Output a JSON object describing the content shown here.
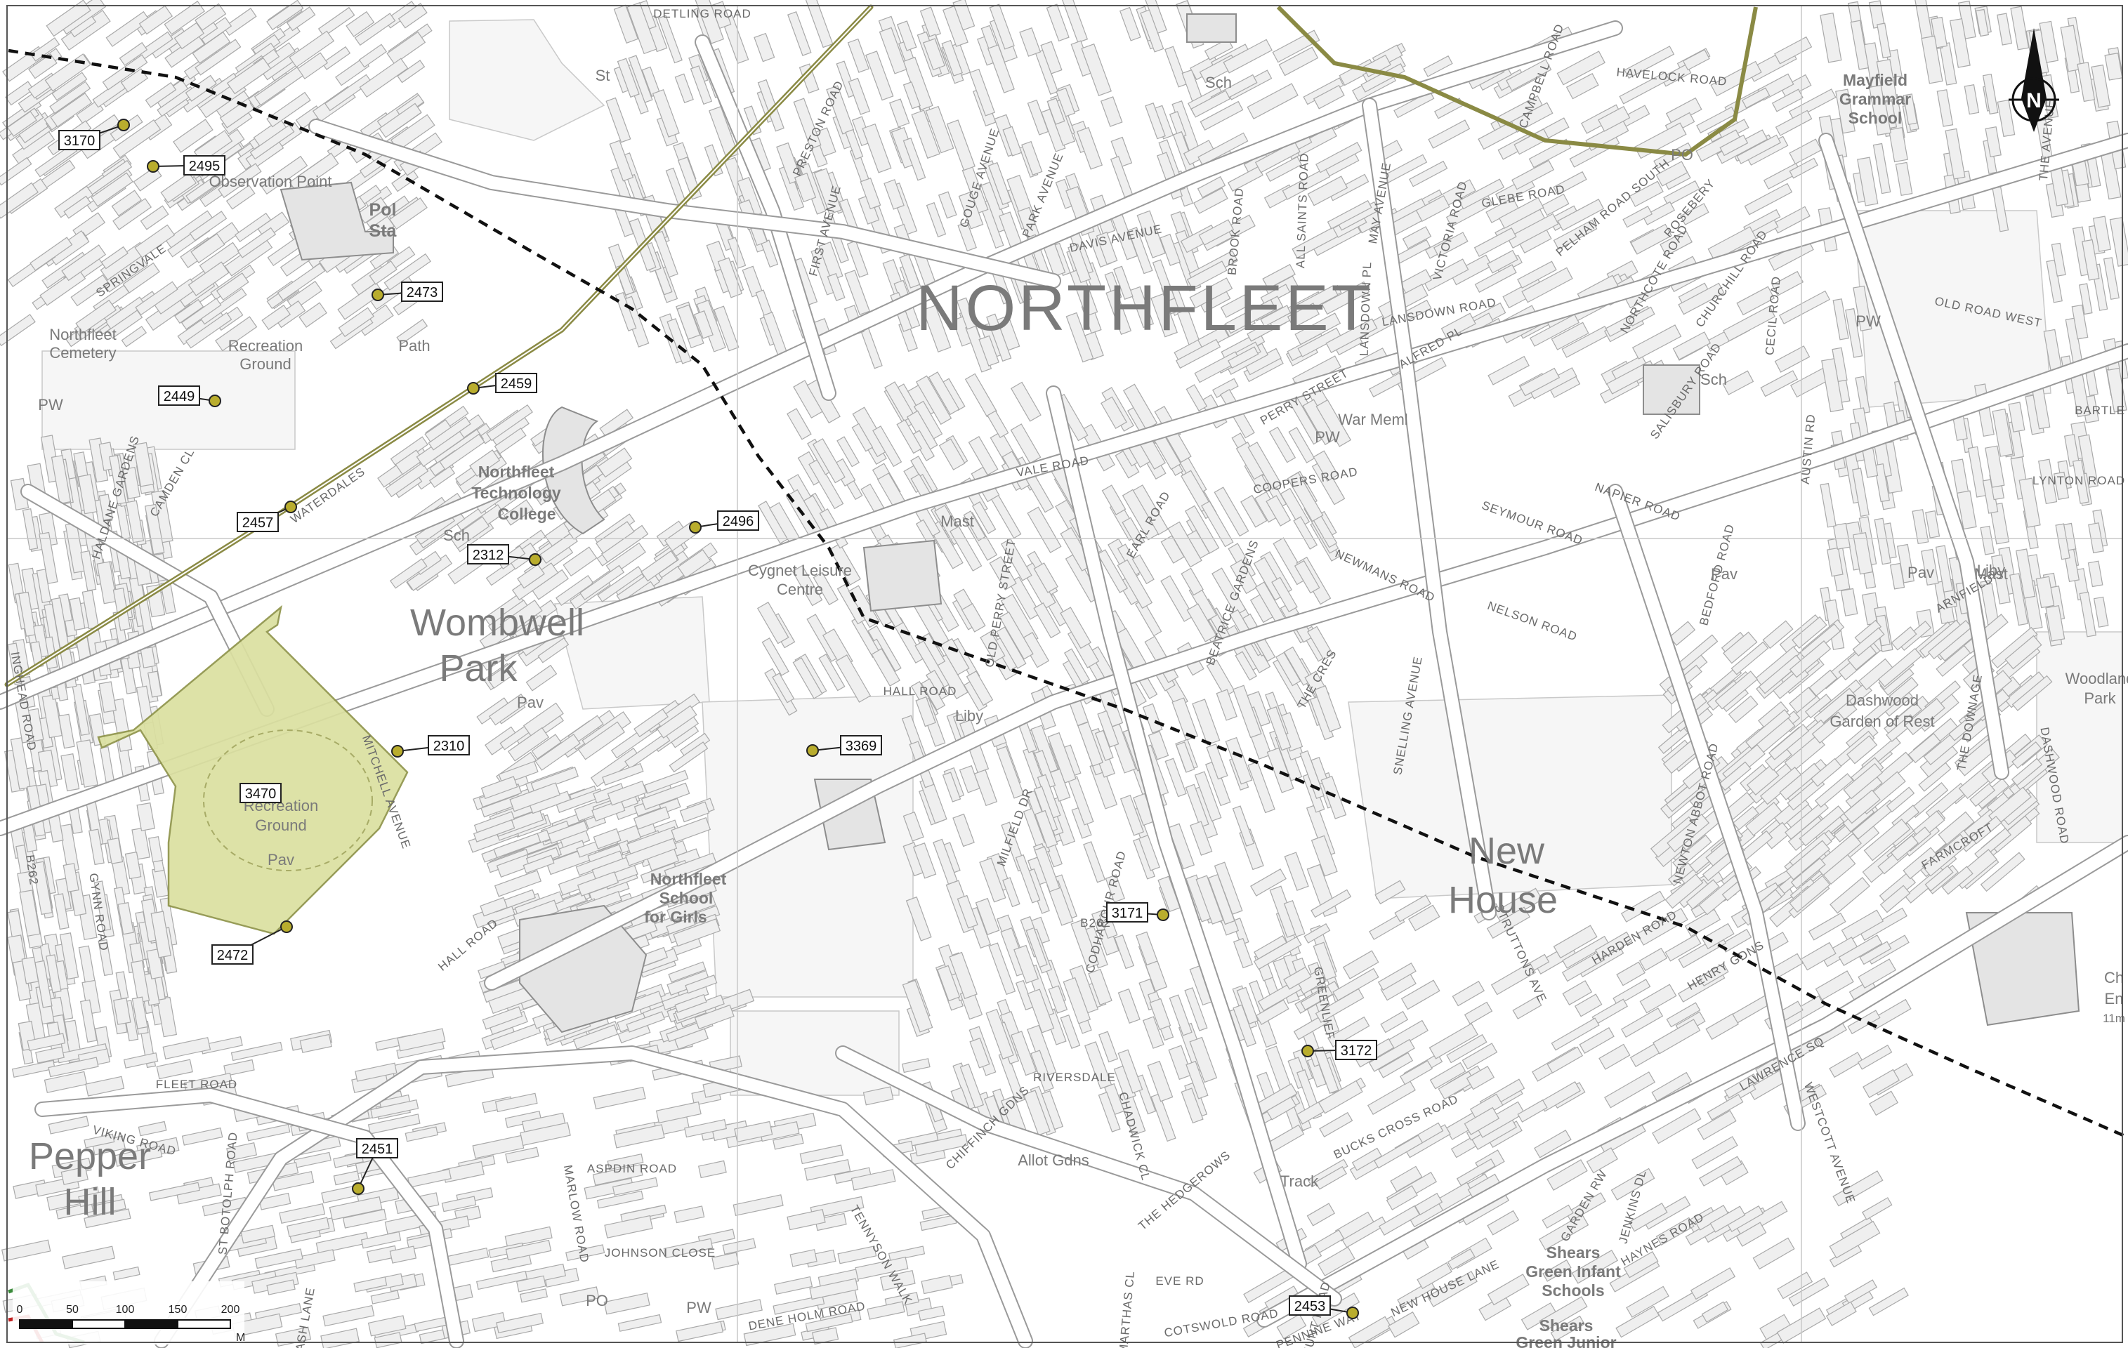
{
  "colors": {
    "background": "#ffffff",
    "building": "#efefef",
    "outline": "#a9a9a9",
    "railway": "#8a8a44",
    "boundary": "#111111",
    "site": "#dbe0a0",
    "marker": "#b9ad2d"
  },
  "map": {
    "district_label": "NORTHFLEET",
    "areas": [
      {
        "text": "Wombwell",
        "size": "large"
      },
      {
        "text": "Park",
        "size": "large"
      },
      {
        "text": "New",
        "size": "large"
      },
      {
        "text": "House",
        "size": "large"
      },
      {
        "text": "Pepper",
        "size": "large"
      },
      {
        "text": "Hill",
        "size": "large"
      },
      {
        "text": "Northfleet",
        "size": "bold"
      },
      {
        "text": "Technology",
        "size": "bold"
      },
      {
        "text": "College",
        "size": "bold"
      },
      {
        "text": "Mayfield",
        "size": "bold"
      },
      {
        "text": "Grammar",
        "size": "bold"
      },
      {
        "text": "School",
        "size": "bold"
      },
      {
        "text": "Northfleet",
        "size": "bold"
      },
      {
        "text": "School",
        "size": "bold"
      },
      {
        "text": "for Girls",
        "size": "bold"
      },
      {
        "text": "Shears",
        "size": "bold"
      },
      {
        "text": "Green Infant",
        "size": "bold"
      },
      {
        "text": "Schools",
        "size": "bold"
      },
      {
        "text": "Shears",
        "size": "bold"
      },
      {
        "text": "Green Junior",
        "size": "bold"
      },
      {
        "text": "Northfleet",
        "size": "small"
      },
      {
        "text": "Cemetery",
        "size": "small"
      },
      {
        "text": "Recreation",
        "size": "small"
      },
      {
        "text": "Ground",
        "size": "small"
      },
      {
        "text": "Observation Point",
        "size": "small"
      },
      {
        "text": "Pol",
        "size": "medium"
      },
      {
        "text": "Sta",
        "size": "medium"
      },
      {
        "text": "Cygnet Leisure",
        "size": "small"
      },
      {
        "text": "Centre",
        "size": "small"
      },
      {
        "text": "Dashwood",
        "size": "small"
      },
      {
        "text": "Garden of Rest",
        "size": "small"
      },
      {
        "text": "Woodland",
        "size": "small"
      },
      {
        "text": "Park",
        "size": "small"
      },
      {
        "text": "Allot Gdns",
        "size": "small"
      },
      {
        "text": "War Meml",
        "size": "small"
      },
      {
        "text": "Recreation",
        "size": "small"
      },
      {
        "text": "Ground",
        "size": "small"
      },
      {
        "text": "Sch",
        "size": "small"
      },
      {
        "text": "Sch",
        "size": "small"
      },
      {
        "text": "Sch",
        "size": "small"
      },
      {
        "text": "PW",
        "size": "small"
      },
      {
        "text": "PW",
        "size": "small"
      },
      {
        "text": "PW",
        "size": "small"
      },
      {
        "text": "PW",
        "size": "small"
      },
      {
        "text": "PW",
        "size": "small"
      },
      {
        "text": "PO",
        "size": "small"
      },
      {
        "text": "PO",
        "size": "small"
      },
      {
        "text": "Pav",
        "size": "small"
      },
      {
        "text": "Pav",
        "size": "small"
      },
      {
        "text": "Pav",
        "size": "small"
      },
      {
        "text": "Pav",
        "size": "small"
      },
      {
        "text": "Liby",
        "size": "small"
      },
      {
        "text": "Liby",
        "size": "small"
      },
      {
        "text": "Mast",
        "size": "small"
      },
      {
        "text": "Mast",
        "size": "small"
      },
      {
        "text": "Track",
        "size": "small"
      },
      {
        "text": "Path",
        "size": "small"
      },
      {
        "text": "St",
        "size": "small"
      },
      {
        "text": "Ch",
        "size": "small"
      },
      {
        "text": "En",
        "size": "small"
      },
      {
        "text": "11m",
        "size": "tiny"
      }
    ],
    "roads": [
      "DETLING ROAD",
      "PRESTON ROAD",
      "FIRST AVENUE",
      "GOUGE AVENUE",
      "PARK AVENUE",
      "DAVIS AVENUE",
      "BROOK ROAD",
      "ALL SAINTS ROAD",
      "MAY AVENUE",
      "VICTORIA ROAD",
      "LANSDOWN PL",
      "LANSDOWN ROAD",
      "GLEBE ROAD",
      "PELHAM ROAD SOUTH",
      "NORTHCOTE ROAD",
      "CHURCHILL ROAD",
      "CECIL ROAD",
      "ROSEBERY",
      "SALISBURY ROAD",
      "PERRY STREET",
      "ALFRED PL",
      "HAVELOCK ROAD",
      "CAMPBELL ROAD",
      "OLD ROAD WEST",
      "LYNTON ROAD",
      "BARTLE",
      "VALE ROAD",
      "COOPERS ROAD",
      "SEYMOUR ROAD",
      "NAPIER ROAD",
      "NEWMANS ROAD",
      "NELSON ROAD",
      "BEDFORD ROAD",
      "EARL ROAD",
      "BEATRICE GARDENS",
      "OLD PERRY STREET",
      "THE CRES",
      "SNELLING AVENUE",
      "HALL ROAD",
      "MILFIELD DR",
      "CODHAROUR ROAD",
      "HALL ROAD",
      "MITCHELL AVENUE",
      "WATERDALES",
      "HALDANE GARDENS",
      "CAMDEN CL",
      "SPRINGVALE",
      "GYNN ROAD",
      "B262",
      "FLEET ROAD",
      "VIKING ROAD",
      "ST BOTOLPH ROAD",
      "MARLOW ROAD",
      "ASPDIN ROAD",
      "JOHNSON CLOSE",
      "TENNYSON WALK",
      "DENE HOLM ROAD",
      "CHIFFINCH GDNS",
      "RIVERSDALE",
      "CHADWICK CL",
      "BUCKS CROSS ROAD",
      "HUNT ROAD",
      "NEW HOUSE LANE",
      "STRUTTONS AVE",
      "HARDEN ROAD",
      "HENRY GDNS",
      "LAWRENCE SQ",
      "HAYNES ROAD",
      "GARDEN RW",
      "JENKINS DL",
      "WESTCOTT AVENUE",
      "NEWTON ABBOT ROAD",
      "FARMCROFT",
      "DASHWOOD ROAD",
      "THE DOWNAGE",
      "ARNFIELD",
      "AUSTIN RD",
      "THE AVENUE",
      "MARTHAS CL",
      "PENNINE WAY",
      "COTSWOLD ROAD",
      "GREENLIEF",
      "EVE RD",
      "THE HEDGEROWS",
      "B262",
      "ASH LANE",
      "INGHEAD ROAD"
    ],
    "markers": [
      {
        "id": "3170"
      },
      {
        "id": "2495"
      },
      {
        "id": "2473"
      },
      {
        "id": "2449"
      },
      {
        "id": "2459"
      },
      {
        "id": "2457"
      },
      {
        "id": "2312"
      },
      {
        "id": "2496"
      },
      {
        "id": "2310"
      },
      {
        "id": "3470"
      },
      {
        "id": "2472"
      },
      {
        "id": "3369"
      },
      {
        "id": "3171"
      },
      {
        "id": "3172"
      },
      {
        "id": "2451"
      },
      {
        "id": "2453"
      }
    ],
    "scale_bar": {
      "labels": [
        "0",
        "50",
        "100",
        "150",
        "200"
      ],
      "unit": "M"
    },
    "north_arrow": {
      "label": "N"
    }
  }
}
